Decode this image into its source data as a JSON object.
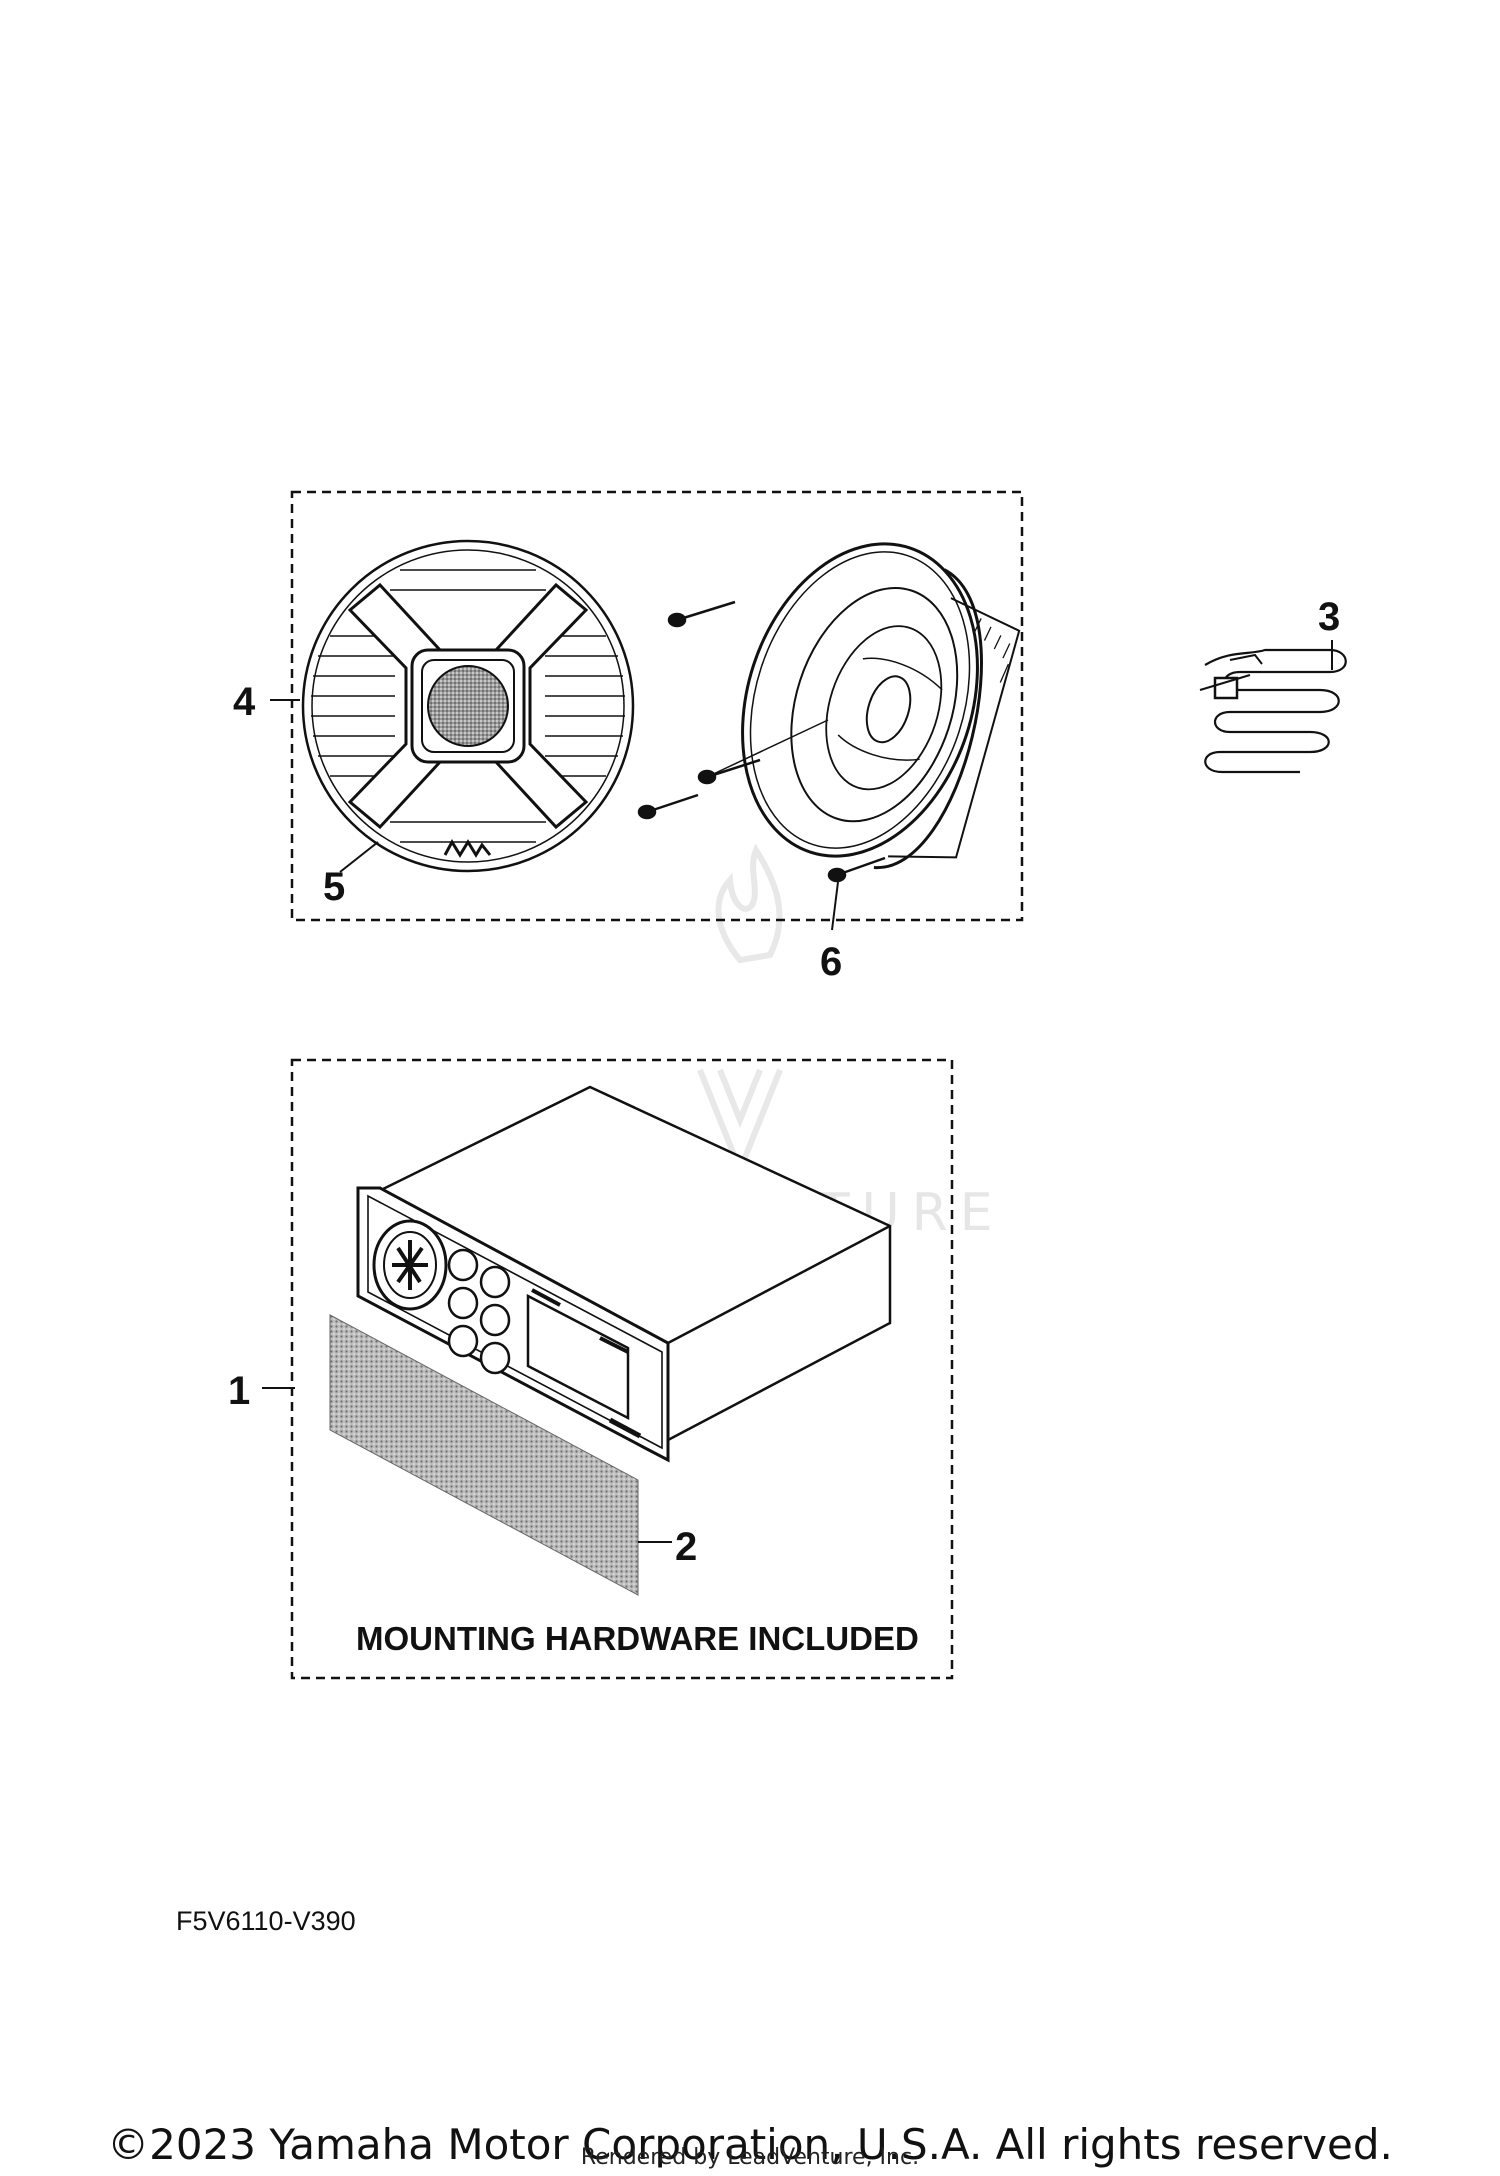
{
  "callouts": {
    "c1": "1",
    "c2": "2",
    "c3": "3",
    "c4": "4",
    "c5": "5",
    "c6": "6"
  },
  "note": "MOUNTING HARDWARE INCLUDED",
  "diagram_code": "F5V6110-V390",
  "copyright": "©2023 Yamaha Motor Corporation, U.S.A. All rights reserved.",
  "rendered_by": "Rendered by LeadVenture, Inc.",
  "watermark": "LEADVENTURE",
  "colors": {
    "ink": "#111111",
    "watermark": "#e6e6e6"
  }
}
